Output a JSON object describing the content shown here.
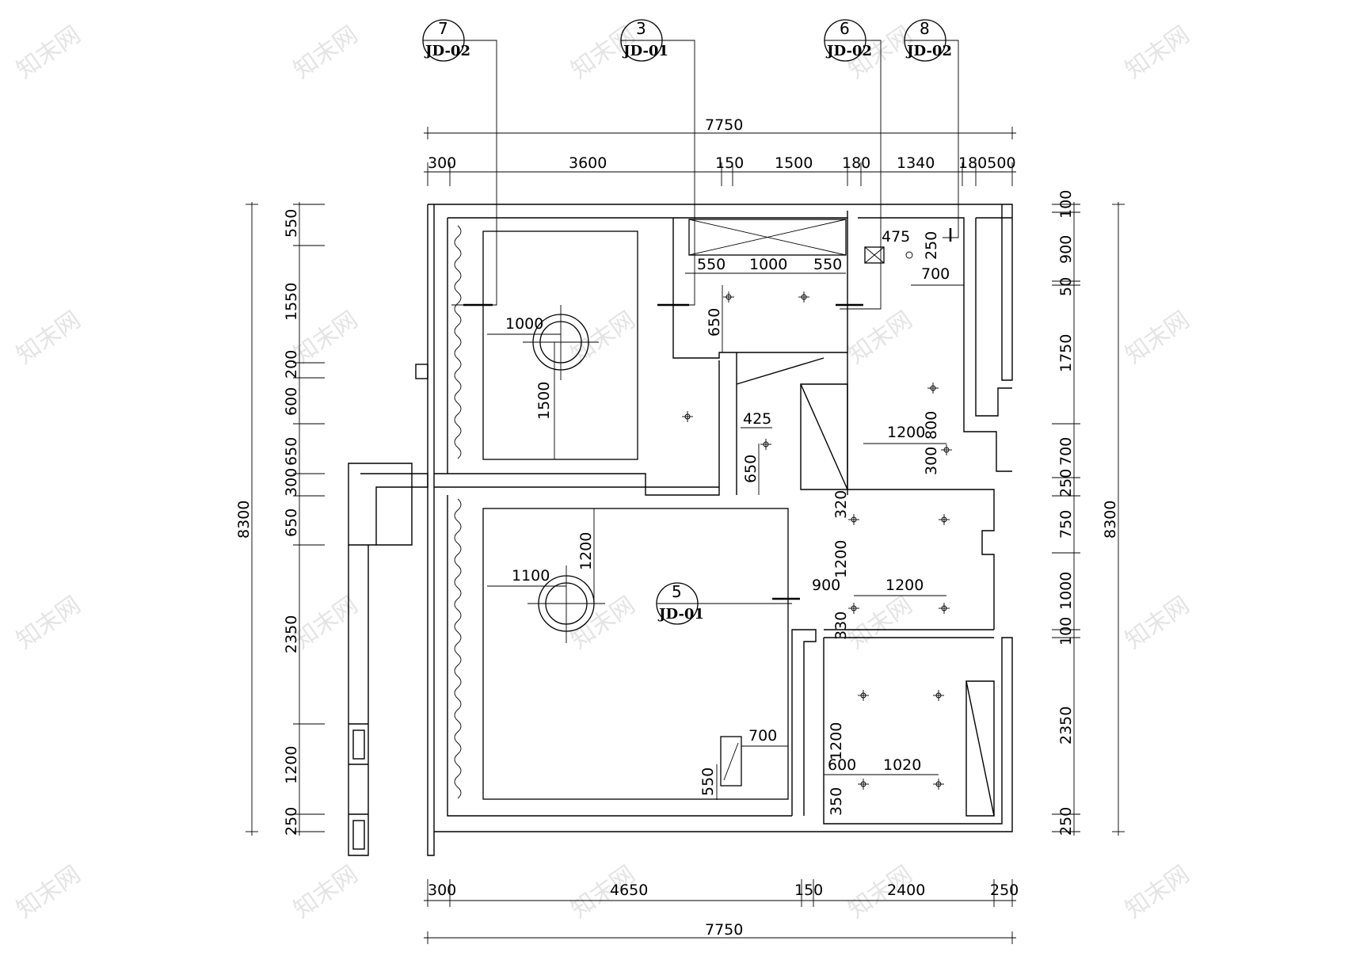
{
  "overall": {
    "top": "7750",
    "bottom": "7750",
    "left": "8300",
    "right": "8300"
  },
  "top_dims": [
    "300",
    "3600",
    "150",
    "1500",
    "180",
    "1340",
    "180500"
  ],
  "bottom_dims": [
    "300",
    "4650",
    "150",
    "2400",
    "250"
  ],
  "left_dims": [
    "550",
    "1550",
    "200",
    "600",
    "650",
    "300",
    "650",
    "2350",
    "1200",
    "250"
  ],
  "right_dims": [
    "100",
    "900",
    "50",
    "1750",
    "700",
    "250",
    "750",
    "1000",
    "100",
    "2350",
    "250"
  ],
  "interior_dims": {
    "d550a": "550",
    "d1000a": "1000",
    "d550b": "550",
    "d650a": "650",
    "d475": "475",
    "d250a": "250",
    "d700a": "700",
    "d1000b": "1000",
    "d1500": "1500",
    "d425": "425",
    "d650b": "650",
    "d1200a": "1200",
    "d800": "800",
    "d300a": "300",
    "d320": "320",
    "d1200b": "1200",
    "d1200c": "1200",
    "d900": "900",
    "d330": "330",
    "d1100": "1100",
    "d1200d": "1200",
    "d700b": "700",
    "d550c": "550",
    "d1200e": "1200",
    "d600": "600",
    "d1020": "1020",
    "d350": "350"
  },
  "tags": [
    {
      "num": "7",
      "ref": "JD-02"
    },
    {
      "num": "3",
      "ref": "JD-01"
    },
    {
      "num": "6",
      "ref": "JD-02"
    },
    {
      "num": "8",
      "ref": "JD-02"
    },
    {
      "num": "5",
      "ref": "JD-01"
    }
  ],
  "watermark": "知末网"
}
